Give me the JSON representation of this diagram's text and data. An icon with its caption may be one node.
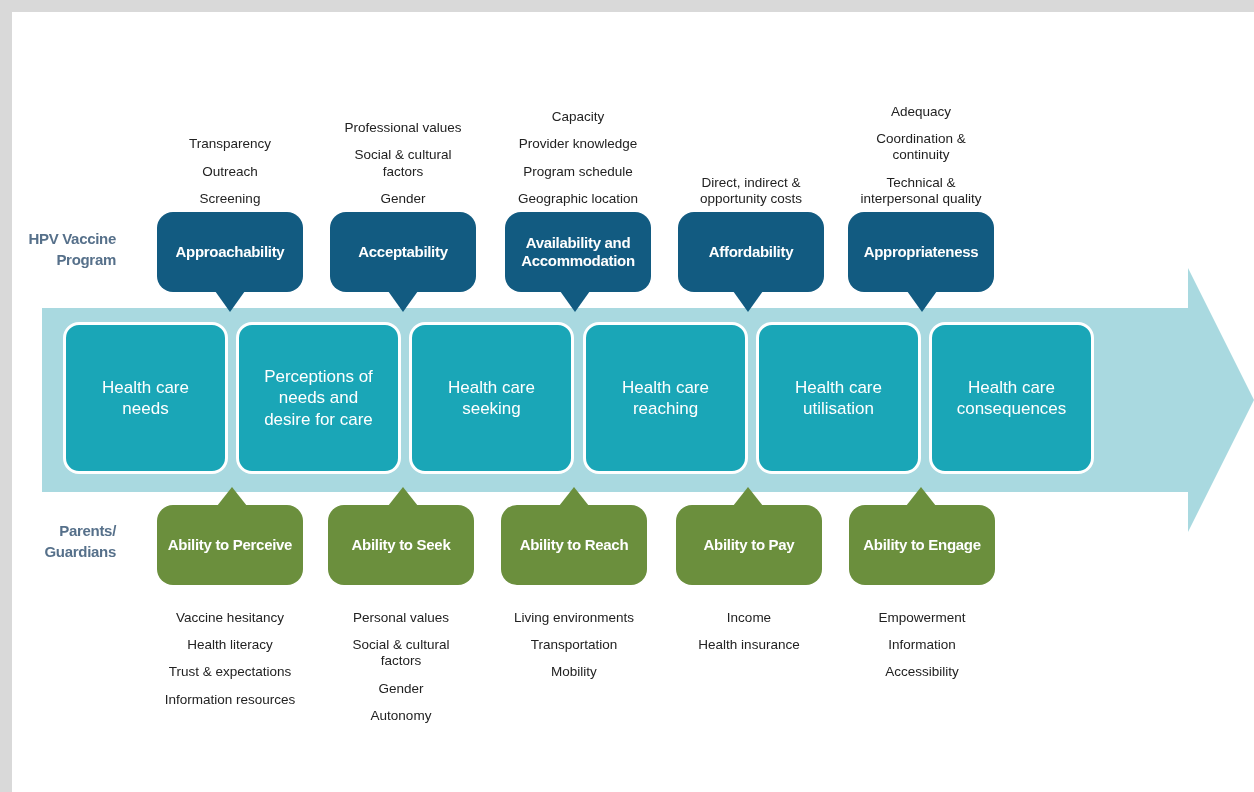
{
  "diagram": {
    "nodes": [
      {
        "text": [],
        "shape": "arrow"
      },
      {
        "text": [
          "Health care needs"
        ],
        "in": 0
      },
      {
        "text": [
          "Perceptions of needs and desire for care"
        ],
        "in": 0
      },
      {
        "text": [
          "Health care seeking"
        ],
        "in": 0
      },
      {
        "text": [
          "Health care reaching"
        ],
        "in": 0
      },
      {
        "text": [
          "Health care utilisation"
        ],
        "in": 0
      },
      {
        "text": [
          "Health care consequences"
        ],
        "in": 0
      },
      {
        "text": [
          "Approachability"
        ],
        "beside": [
          "Transparency",
          "Outreach",
          "Screening"
        ]
      },
      {
        "text": [
          "Acceptability"
        ],
        "beside": [
          "Professional values",
          "Social & cultural factors",
          "Gender"
        ]
      },
      {
        "text": [
          "Availability and Accommodation"
        ],
        "beside": [
          "Capacity",
          "Provider knowledge",
          "Program schedule",
          "Geographic location"
        ]
      },
      {
        "text": [
          "Affordability"
        ],
        "beside": [
          "Direct, indirect & opportunity costs"
        ]
      },
      {
        "text": [
          "Appropriateness"
        ],
        "beside": [
          "Adequacy",
          "Coordination & continuity",
          "Technical & interpersonal quality"
        ]
      },
      {
        "text": [
          "Ability to Perceive"
        ],
        "beside": [
          "Vaccine hesitancy",
          "Health literacy",
          "Trust & expectations",
          "Information resources"
        ]
      },
      {
        "text": [
          "Ability to Seek"
        ],
        "beside": [
          "Personal values",
          "Social & cultural factors",
          "Gender",
          "Autonomy"
        ]
      },
      {
        "text": [
          "Ability to Reach"
        ],
        "beside": [
          "Living environments",
          "Transportation",
          "Mobility"
        ]
      },
      {
        "text": [
          "Ability to Pay"
        ],
        "beside": [
          "Income",
          "Health insurance"
        ]
      },
      {
        "text": [
          "Ability to Engage"
        ],
        "beside": [
          "Empowerment",
          "Information",
          "Accessibility"
        ]
      }
    ],
    "edges": [],
    "labels": [
      "HPV Vaccine Program",
      "Parents/ Guardians"
    ]
  }
}
